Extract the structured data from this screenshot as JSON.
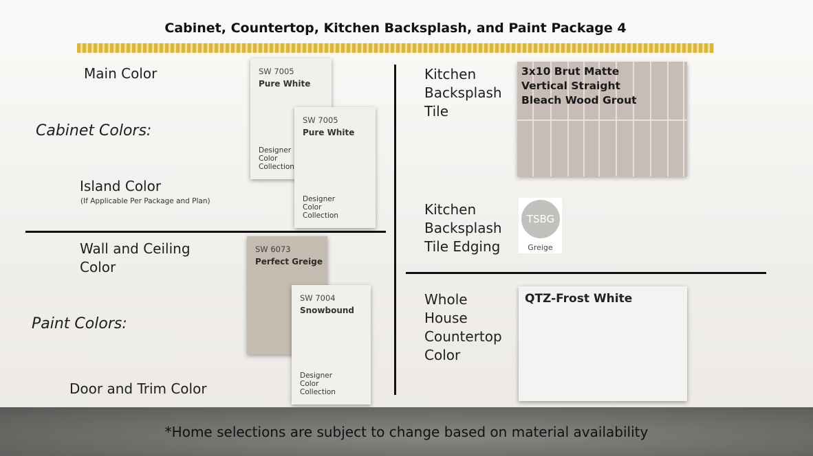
{
  "title": "Cabinet, Countertop, Kitchen Backsplash, and Paint Package 4",
  "left": {
    "main_color": "Main Color",
    "cabinet_colors": "Cabinet Colors:",
    "island_color": "Island Color",
    "island_note": "(If Applicable Per Package and Plan)",
    "wall_ceiling_color": "Wall and Ceiling\nColor",
    "paint_colors": "Paint Colors:",
    "door_trim_color": "Door and Trim Color"
  },
  "swatches": {
    "main": {
      "code": "SW 7005",
      "name": "Pure White",
      "collection": "Designer\nColor\nCollection",
      "color": "#f1f0ec"
    },
    "island": {
      "code": "SW 7005",
      "name": "Pure White",
      "collection": "Designer\nColor\nCollection",
      "color": "#f1f0ec"
    },
    "wall": {
      "code": "SW 6073",
      "name": "Perfect Greige",
      "color": "#c4bcb1"
    },
    "trim": {
      "code": "SW 7004",
      "name": "Snowbound",
      "collection": "Designer\nColor\nCollection",
      "color": "#f1f0ec"
    }
  },
  "right": {
    "backsplash_tile_label": "Kitchen\nBacksplash\nTile",
    "backsplash_tile_text": "3x10 Brut Matte\nVertical Straight\nBleach Wood Grout",
    "tile_edging_label": "Kitchen\nBacksplash\nTile Edging",
    "edging_code": "TSBG",
    "edging_name": "Greige",
    "countertop_label": "Whole\nHouse\nCountertop\nColor",
    "countertop_text": "QTZ-Frost White"
  },
  "colors": {
    "stripe": "#d8b640",
    "tile": "#c8bdb6",
    "edging": "#c2c0bd"
  },
  "footer": "*Home selections are subject to change based on material availability"
}
